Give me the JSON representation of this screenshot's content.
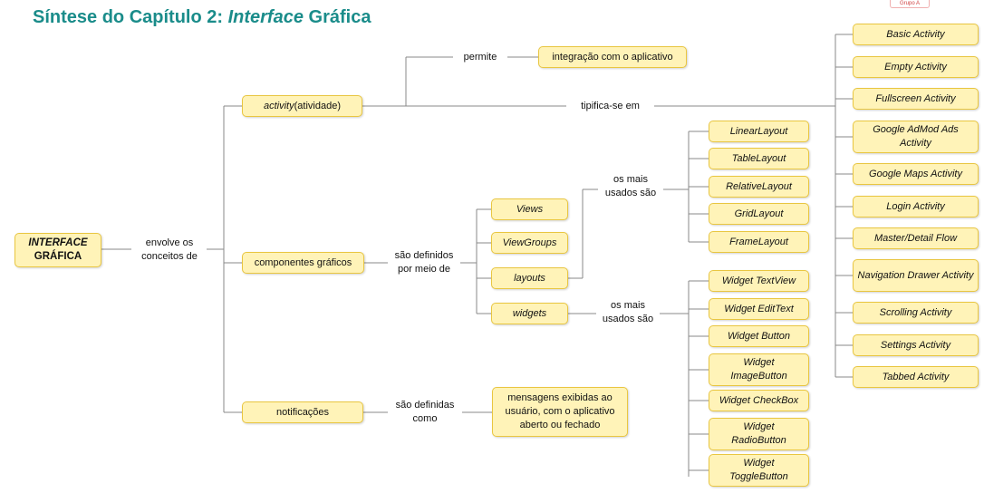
{
  "title": {
    "prefix": "Síntese do Capítulo 2: ",
    "italic": "Interface",
    "suffix": " Gráfica"
  },
  "logo_text": "Grupo A",
  "root": {
    "line1": "INTERFACE",
    "line2": "GRÁFICA"
  },
  "root_label": "envolve os conceitos de",
  "concepts": {
    "activity": {
      "italic": "activity",
      "plain": " (atividade)"
    },
    "components": "componentes gráficos",
    "notifications": "notificações"
  },
  "activity_links": {
    "permite": "permite",
    "integration": "integração com o aplicativo",
    "tipifica": "tipifica-se em"
  },
  "activity_types": [
    "Basic Activity",
    "Empty Activity",
    "Fullscreen Activity",
    "Google AdMod Ads Activity",
    "Google Maps Activity",
    "Login Activity",
    "Master/Detail Flow",
    "Navigation Drawer Activity",
    "Scrolling Activity",
    "Settings Activity",
    "Tabbed Activity"
  ],
  "components_label": "são definidos por meio de",
  "component_items": [
    "Views",
    "ViewGroups",
    "layouts",
    "widgets"
  ],
  "layouts_label": "os mais usados são",
  "layouts": [
    "LinearLayout",
    "TableLayout",
    "RelativeLayout",
    "GridLayout",
    "FrameLayout"
  ],
  "widgets_label": "os mais usados são",
  "widgets": [
    "Widget TextView",
    "Widget EditText",
    "Widget Button",
    "Widget ImageButton",
    "Widget CheckBox",
    "Widget RadioButton",
    "Widget ToggleButton"
  ],
  "notifications_label": "são definidas como",
  "notifications_desc": "mensagens exibidas ao usuário, com o aplicativo aberto ou fechado"
}
